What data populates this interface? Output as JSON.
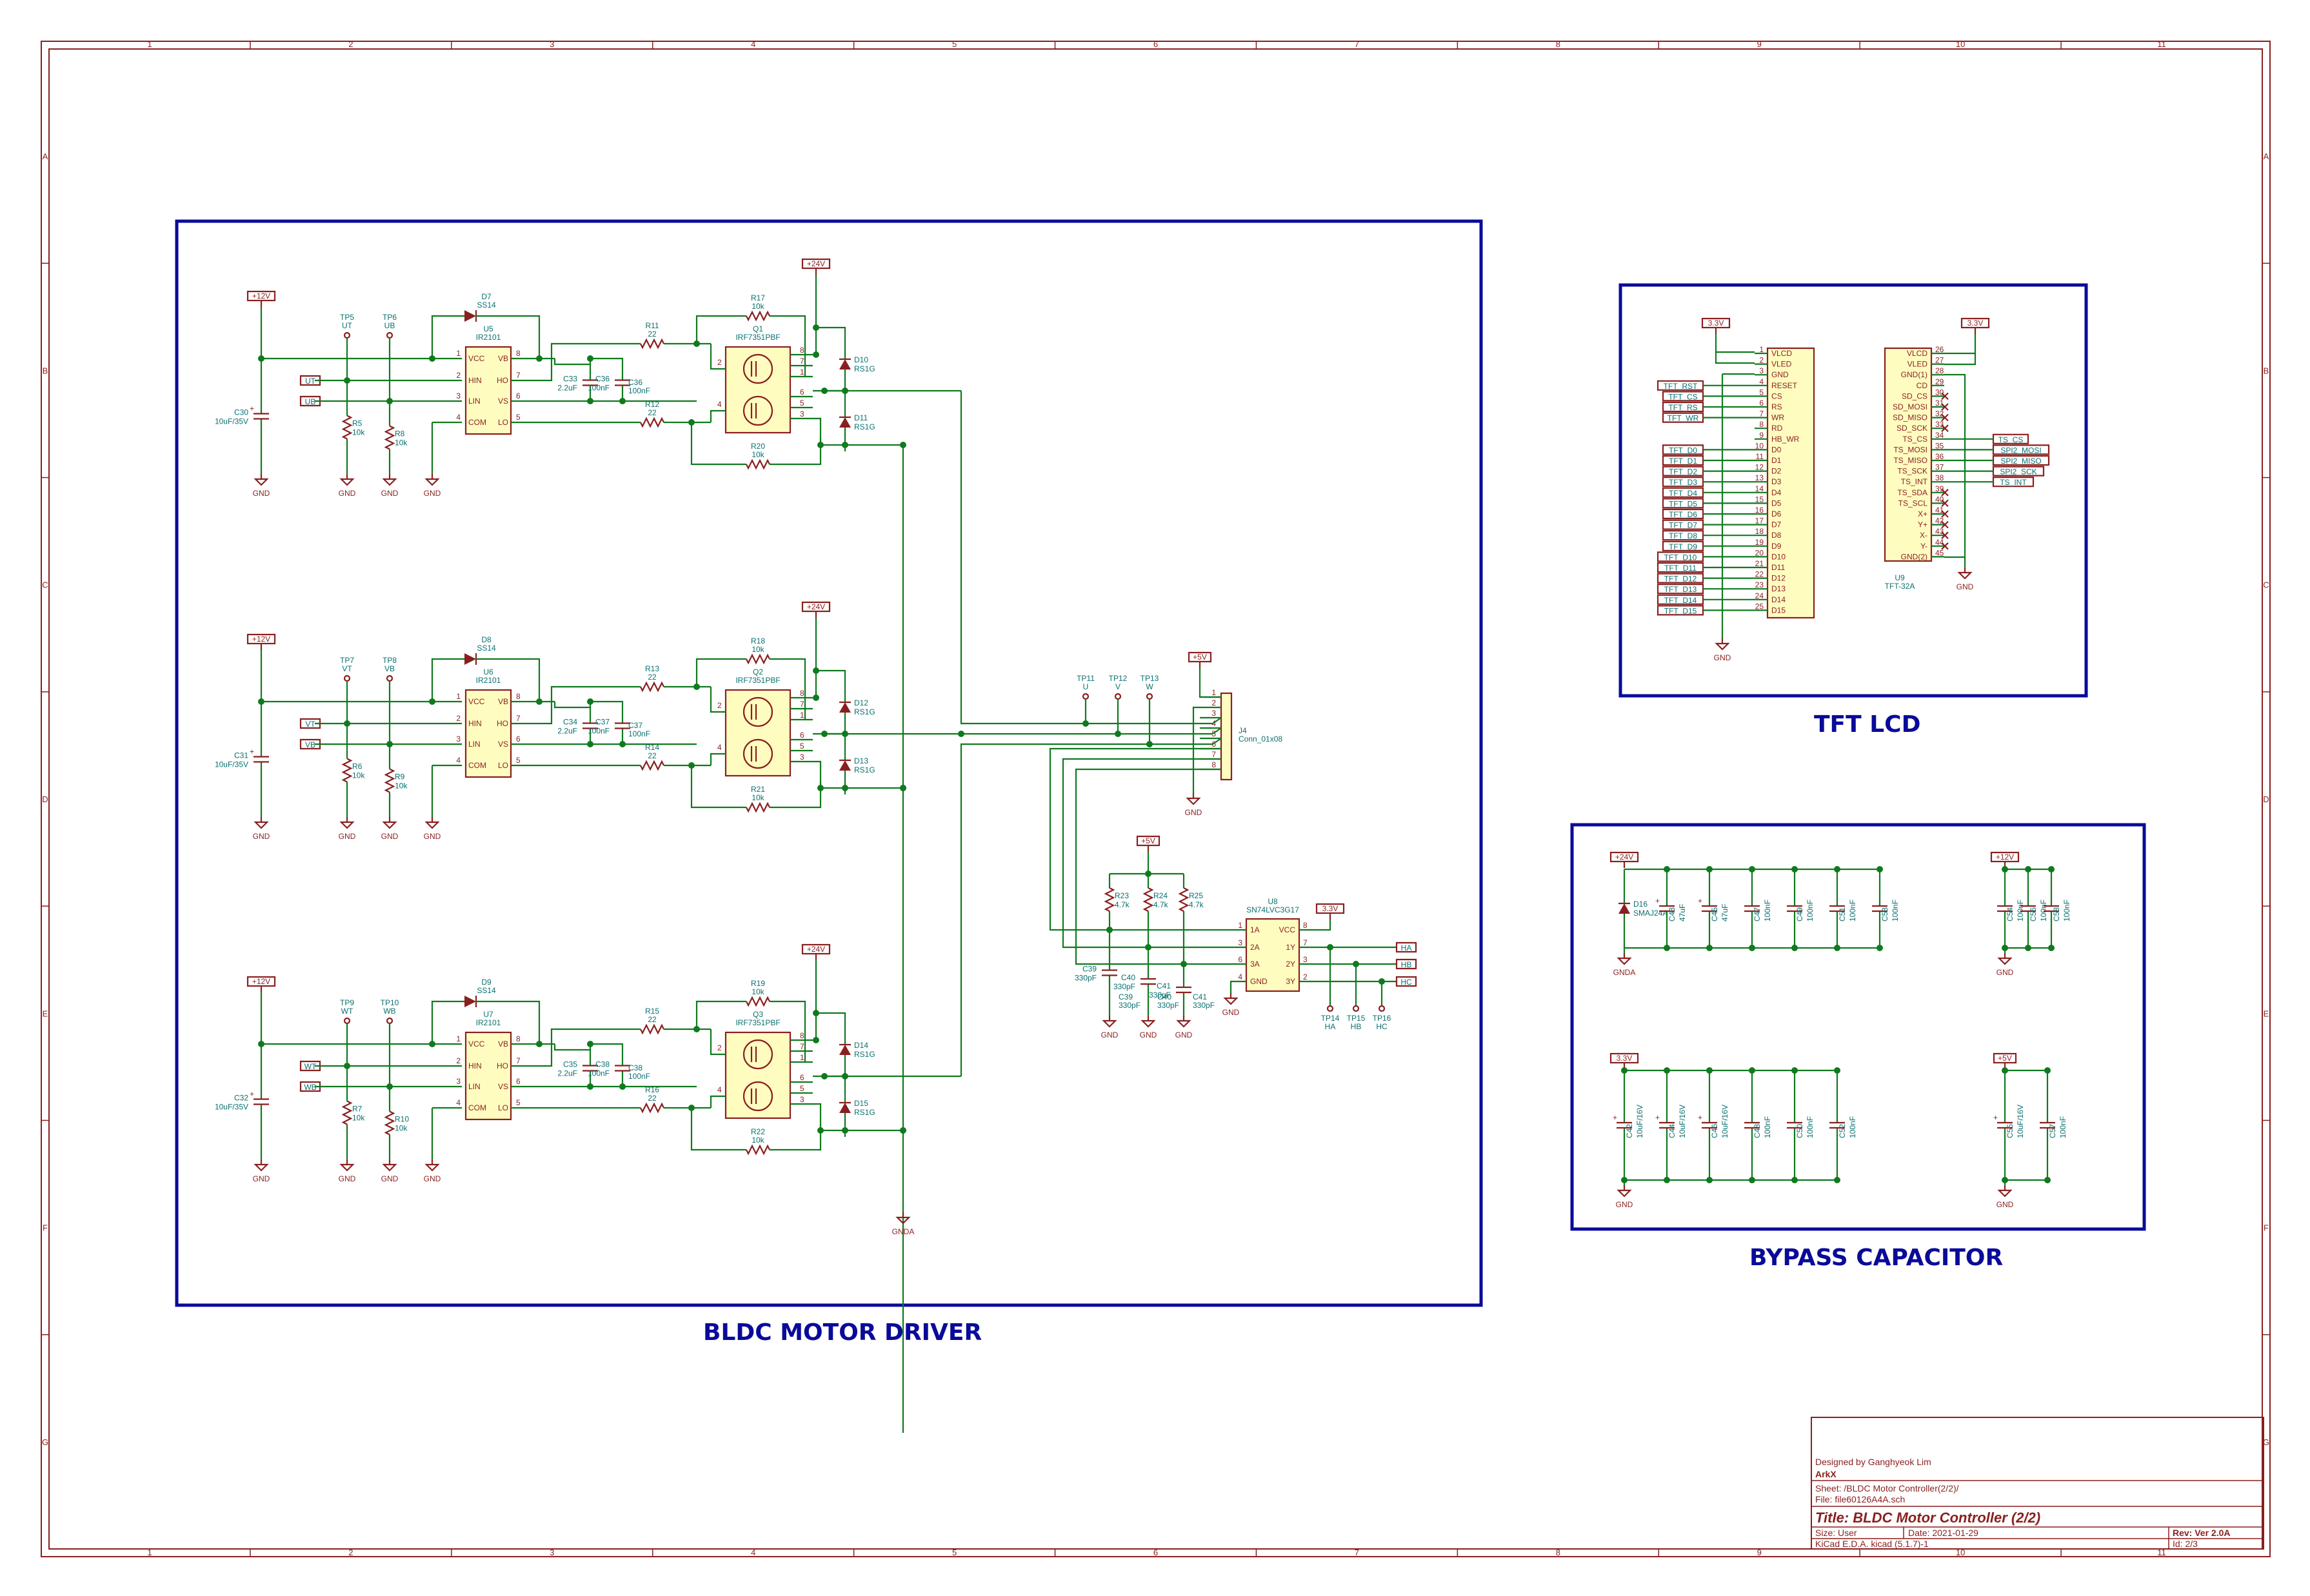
{
  "frame": {
    "columns": [
      "1",
      "2",
      "3",
      "4",
      "5",
      "6",
      "7",
      "8",
      "9",
      "10",
      "11"
    ],
    "rows": [
      "A",
      "B",
      "C",
      "D",
      "E",
      "F",
      "G"
    ]
  },
  "blocks": {
    "motor_driver": "BLDC MOTOR DRIVER",
    "tft_lcd": "TFT LCD",
    "bypass": "BYPASS CAPACITOR"
  },
  "driver_stages": [
    {
      "supply": "+12V",
      "gate_supply": "+24V",
      "cap": "C30",
      "cap_val": "10uF/35V",
      "tp_high": "TP5",
      "tp_high_net": "UT",
      "tp_low": "TP6",
      "tp_low_net": "UB",
      "r_high": "R5",
      "r_low": "R8",
      "pull_val": "10k",
      "diode": "D7",
      "diode_val": "SS14",
      "ic": "U5",
      "ic_val": "IR2101",
      "cboot": "C33",
      "cboot_val": "2.2uF",
      "cbyp": "C36",
      "cbyp_val": "100nF",
      "rg_high": "R11",
      "rg_low": "R12",
      "rg_val": "22",
      "fet": "Q1",
      "fet_val": "IRF7351PBF",
      "rpd_high": "R17",
      "rpd_low": "R20",
      "rpd_val": "10k",
      "tvs_high": "D10",
      "tvs_low": "D11",
      "tvs_val": "RS1G",
      "in_high": "UT",
      "in_low": "UB"
    },
    {
      "supply": "+12V",
      "gate_supply": "+24V",
      "cap": "C31",
      "cap_val": "10uF/35V",
      "tp_high": "TP7",
      "tp_high_net": "VT",
      "tp_low": "TP8",
      "tp_low_net": "VB",
      "r_high": "R6",
      "r_low": "R9",
      "pull_val": "10k",
      "diode": "D8",
      "diode_val": "SS14",
      "ic": "U6",
      "ic_val": "IR2101",
      "cboot": "C34",
      "cboot_val": "2.2uF",
      "cbyp": "C37",
      "cbyp_val": "100nF",
      "rg_high": "R13",
      "rg_low": "R14",
      "rg_val": "22",
      "fet": "Q2",
      "fet_val": "IRF7351PBF",
      "rpd_high": "R18",
      "rpd_low": "R21",
      "rpd_val": "10k",
      "tvs_high": "D12",
      "tvs_low": "D13",
      "tvs_val": "RS1G",
      "in_high": "VT",
      "in_low": "VB"
    },
    {
      "supply": "+12V",
      "gate_supply": "+24V",
      "cap": "C32",
      "cap_val": "10uF/35V",
      "tp_high": "TP9",
      "tp_high_net": "WT",
      "tp_low": "TP10",
      "tp_low_net": "WB",
      "r_high": "R7",
      "r_low": "R10",
      "pull_val": "10k",
      "diode": "D9",
      "diode_val": "SS14",
      "ic": "U7",
      "ic_val": "IR2101",
      "cboot": "C35",
      "cboot_val": "2.2uF",
      "cbyp": "C38",
      "cbyp_val": "100nF",
      "rg_high": "R15",
      "rg_low": "R16",
      "rg_val": "22",
      "fet": "Q3",
      "fet_val": "IRF7351PBF",
      "rpd_high": "R19",
      "rpd_low": "R22",
      "rpd_val": "10k",
      "tvs_high": "D14",
      "tvs_low": "D15",
      "tvs_val": "RS1G",
      "in_high": "WT",
      "in_low": "WB"
    }
  ],
  "ic_pins": {
    "left": [
      "VCC",
      "HIN",
      "LIN",
      "COM"
    ],
    "left_num": [
      "1",
      "2",
      "3",
      "4"
    ],
    "right": [
      "VB",
      "HO",
      "VS",
      "LO"
    ],
    "right_num": [
      "8",
      "7",
      "6",
      "5"
    ]
  },
  "fet_pins": {
    "left": [
      "2",
      "4"
    ],
    "right": [
      "8",
      "7",
      "1",
      "6",
      "5",
      "3"
    ]
  },
  "gnd": "GND",
  "gnda": "GNDA",
  "connector": {
    "ref": "J4",
    "val": "Conn_01x08",
    "supply": "+5V",
    "pins": [
      "1",
      "2",
      "3",
      "4",
      "5",
      "6",
      "7",
      "8"
    ],
    "tps": [
      {
        "ref": "TP11",
        "net": "U"
      },
      {
        "ref": "TP12",
        "net": "V"
      },
      {
        "ref": "TP13",
        "net": "W"
      }
    ]
  },
  "buffer": {
    "supply": "+5V",
    "out_supply": "3.3V",
    "pullups": [
      {
        "ref": "R23",
        "val": "4.7k"
      },
      {
        "ref": "R24",
        "val": "4.7k"
      },
      {
        "ref": "R25",
        "val": "4.7k"
      }
    ],
    "caps": [
      {
        "ref": "C39",
        "val": "330pF"
      },
      {
        "ref": "C40",
        "val": "330pF"
      },
      {
        "ref": "C41",
        "val": "330pF"
      }
    ],
    "ic": "U8",
    "ic_val": "SN74LVC3G17",
    "left": [
      "1A",
      "2A",
      "3A",
      "GND"
    ],
    "left_num": [
      "1",
      "3",
      "6",
      "4"
    ],
    "right": [
      "VCC",
      "1Y",
      "2Y",
      "3Y"
    ],
    "right_num": [
      "8",
      "7",
      "3",
      "2"
    ],
    "outputs": [
      "HA",
      "HB",
      "HC"
    ],
    "tps": [
      {
        "ref": "TP14",
        "net": "HA"
      },
      {
        "ref": "TP15",
        "net": "HB"
      },
      {
        "ref": "TP16",
        "net": "HC"
      }
    ]
  },
  "tft": {
    "supply": "3.3V",
    "left_nets": [
      "TFT_RST",
      "TFT_CS",
      "TFT_RS",
      "TFT_WR",
      "TFT_D0",
      "TFT_D1",
      "TFT_D2",
      "TFT_D3",
      "TFT_D4",
      "TFT_D5",
      "TFT_D6",
      "TFT_D7",
      "TFT_D8",
      "TFT_D9",
      "TFT_D10",
      "TFT_D11",
      "TFT_D12",
      "TFT_D13",
      "TFT_D14",
      "TFT_D15"
    ],
    "left_pins": [
      "VLCD",
      "VLED",
      "GND",
      "RESET",
      "CS",
      "RS",
      "WR",
      "RD",
      "HB_WR",
      "D0",
      "D1",
      "D2",
      "D3",
      "D4",
      "D5",
      "D6",
      "D7",
      "D8",
      "D9",
      "D10",
      "D11",
      "D12",
      "D13",
      "D14",
      "D15"
    ],
    "left_nums": [
      "1",
      "2",
      "3",
      "4",
      "5",
      "6",
      "7",
      "8",
      "9",
      "10",
      "11",
      "12",
      "13",
      "14",
      "15",
      "16",
      "17",
      "18",
      "19",
      "20",
      "21",
      "22",
      "23",
      "24",
      "25"
    ],
    "right_pins": [
      "VLCD",
      "VLED",
      "GND(1)",
      "CD",
      "SD_CS",
      "SD_MOSI",
      "SD_MISO",
      "SD_SCK",
      "TS_CS",
      "TS_MOSI",
      "TS_MISO",
      "TS_SCK",
      "TS_INT",
      "TS_SDA",
      "TS_SCL",
      "X+",
      "Y+",
      "X-",
      "Y-",
      "GND(2)"
    ],
    "right_nums": [
      "26",
      "27",
      "28",
      "29",
      "30",
      "31",
      "32",
      "33",
      "34",
      "35",
      "36",
      "37",
      "38",
      "39",
      "40",
      "41",
      "42",
      "43",
      "44",
      "45"
    ],
    "right_nets": [
      "TS_CS",
      "SPI2_MOSI",
      "SPI2_MISO",
      "SPI2_SCK",
      "TS_INT"
    ],
    "ic": "U9",
    "ic_val": "TFT-32A",
    "gnd": "GND"
  },
  "bypass": {
    "g24": {
      "supply": "+24V",
      "gnd": "GNDA",
      "tvs": {
        "ref": "D16",
        "val": "SMAJ24A"
      },
      "caps": [
        {
          "ref": "C43",
          "val": "47uF"
        },
        {
          "ref": "C45",
          "val": "47uF"
        },
        {
          "ref": "C47",
          "val": "100nF"
        },
        {
          "ref": "C49",
          "val": "100nF"
        },
        {
          "ref": "C51",
          "val": "100nF"
        },
        {
          "ref": "C53",
          "val": "100nF"
        }
      ]
    },
    "g12": {
      "supply": "+12V",
      "gnd": "GND",
      "caps": [
        {
          "ref": "C54",
          "val": "100nF"
        },
        {
          "ref": "C56",
          "val": "100nF"
        },
        {
          "ref": "C58",
          "val": "100nF"
        }
      ]
    },
    "g33": {
      "supply": "3.3V",
      "gnd": "GND",
      "caps": [
        {
          "ref": "C42",
          "val": "10uF/16V"
        },
        {
          "ref": "C44",
          "val": "10uF/16V"
        },
        {
          "ref": "C46",
          "val": "10uF/16V"
        },
        {
          "ref": "C48",
          "val": "100nF"
        },
        {
          "ref": "C50",
          "val": "100nF"
        },
        {
          "ref": "C52",
          "val": "100nF"
        }
      ]
    },
    "g5": {
      "supply": "+5V",
      "gnd": "GND",
      "caps": [
        {
          "ref": "C55",
          "val": "10uF/16V"
        },
        {
          "ref": "C57",
          "val": "100nF"
        }
      ]
    }
  },
  "title_block": {
    "designer": "Designed by Ganghyeok Lim",
    "company": "ArkX",
    "sheet": "Sheet: /BLDC Motor Controller(2/2)/",
    "file": "File: file60126A4A.sch",
    "title": "Title: BLDC Motor Controller (2/2)",
    "size": "Size: User",
    "date": "Date: 2021-01-29",
    "rev": "Rev: Ver 2.0A",
    "tool": "KiCad E.D.A.  kicad (5.1.7)-1",
    "id": "Id: 2/3"
  },
  "colors": {
    "frame": "#8a1f1f",
    "block": "#0a0a9a",
    "wire": "#0f7a1e",
    "component_fill": "#fffcc0",
    "reference_text": "#0a7070"
  }
}
